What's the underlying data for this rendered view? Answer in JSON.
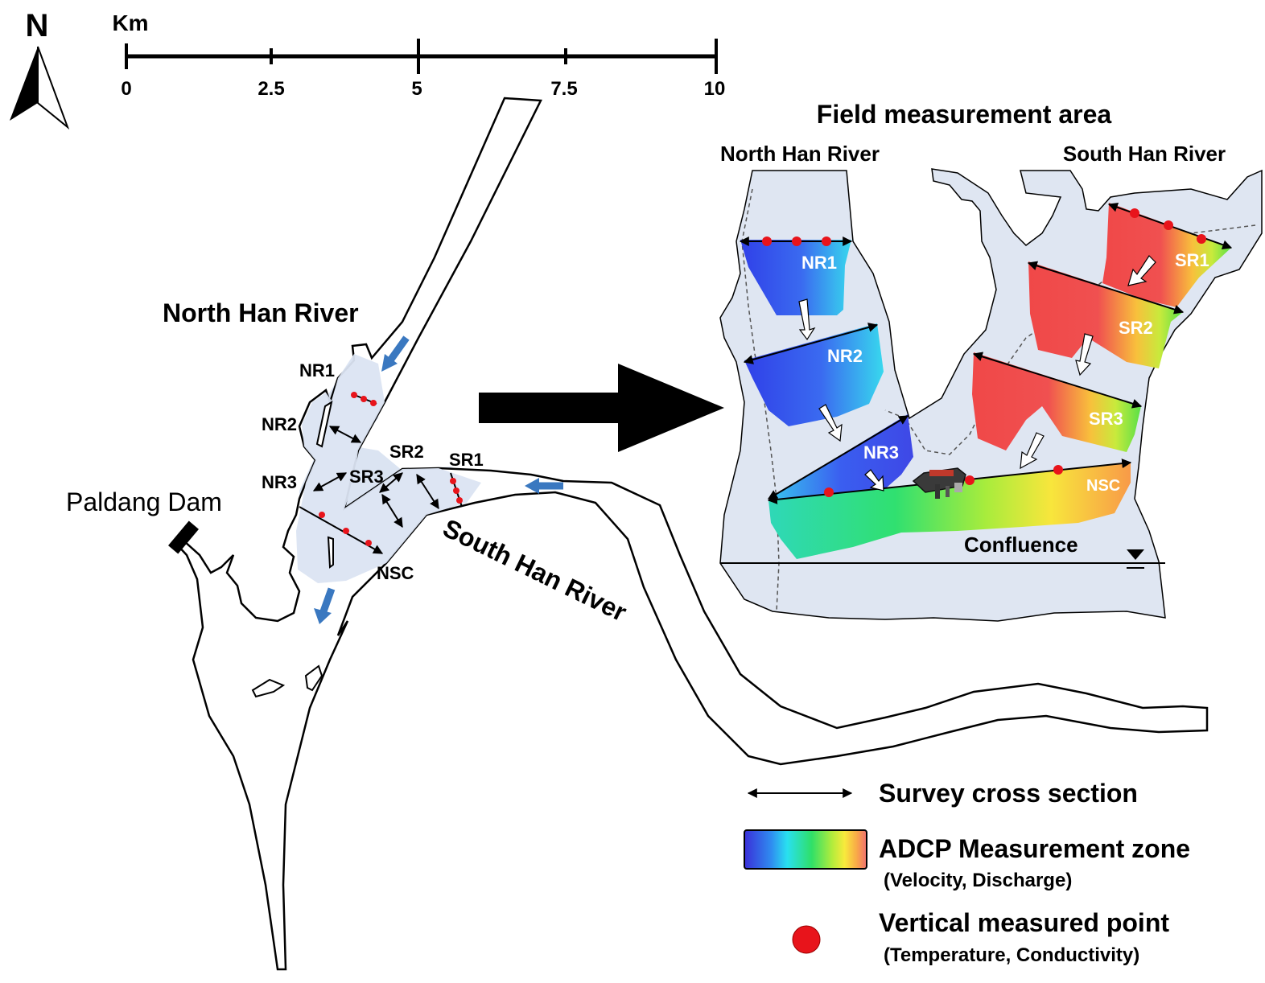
{
  "north_arrow": {
    "letter": "N"
  },
  "scale_bar": {
    "unit": "Km",
    "ticks": [
      "0",
      "2.5",
      "5",
      "7.5",
      "10"
    ]
  },
  "overview_map": {
    "north_river_label": "North Han River",
    "south_river_label": "South Han River",
    "dam_label": "Paldang Dam",
    "sections": {
      "nr1": "NR1",
      "nr2": "NR2",
      "nr3": "NR3",
      "sr1": "SR1",
      "sr2": "SR2",
      "sr3": "SR3",
      "nsc": "NSC"
    }
  },
  "detail_map": {
    "title": "Field measurement area",
    "north_river_label": "North Han River",
    "south_river_label": "South Han River",
    "confluence_label": "Confluence",
    "sections": {
      "nr1": "NR1",
      "nr2": "NR2",
      "nr3": "NR3",
      "sr1": "SR1",
      "sr2": "SR2",
      "sr3": "SR3",
      "nsc": "NSC"
    }
  },
  "legend": {
    "survey": {
      "label": "Survey cross section"
    },
    "adcp": {
      "label": "ADCP Measurement zone",
      "sub": "(Velocity, Discharge)"
    },
    "vertical": {
      "label": "Vertical measured point",
      "sub": "(Temperature, Conductivity)"
    }
  },
  "colors": {
    "water": "#dfe6f2",
    "flow_arrow": "#3a78c0",
    "point": "#e8141b",
    "low_velocity": "#2e4ff0",
    "high_velocity": "#f04848"
  }
}
